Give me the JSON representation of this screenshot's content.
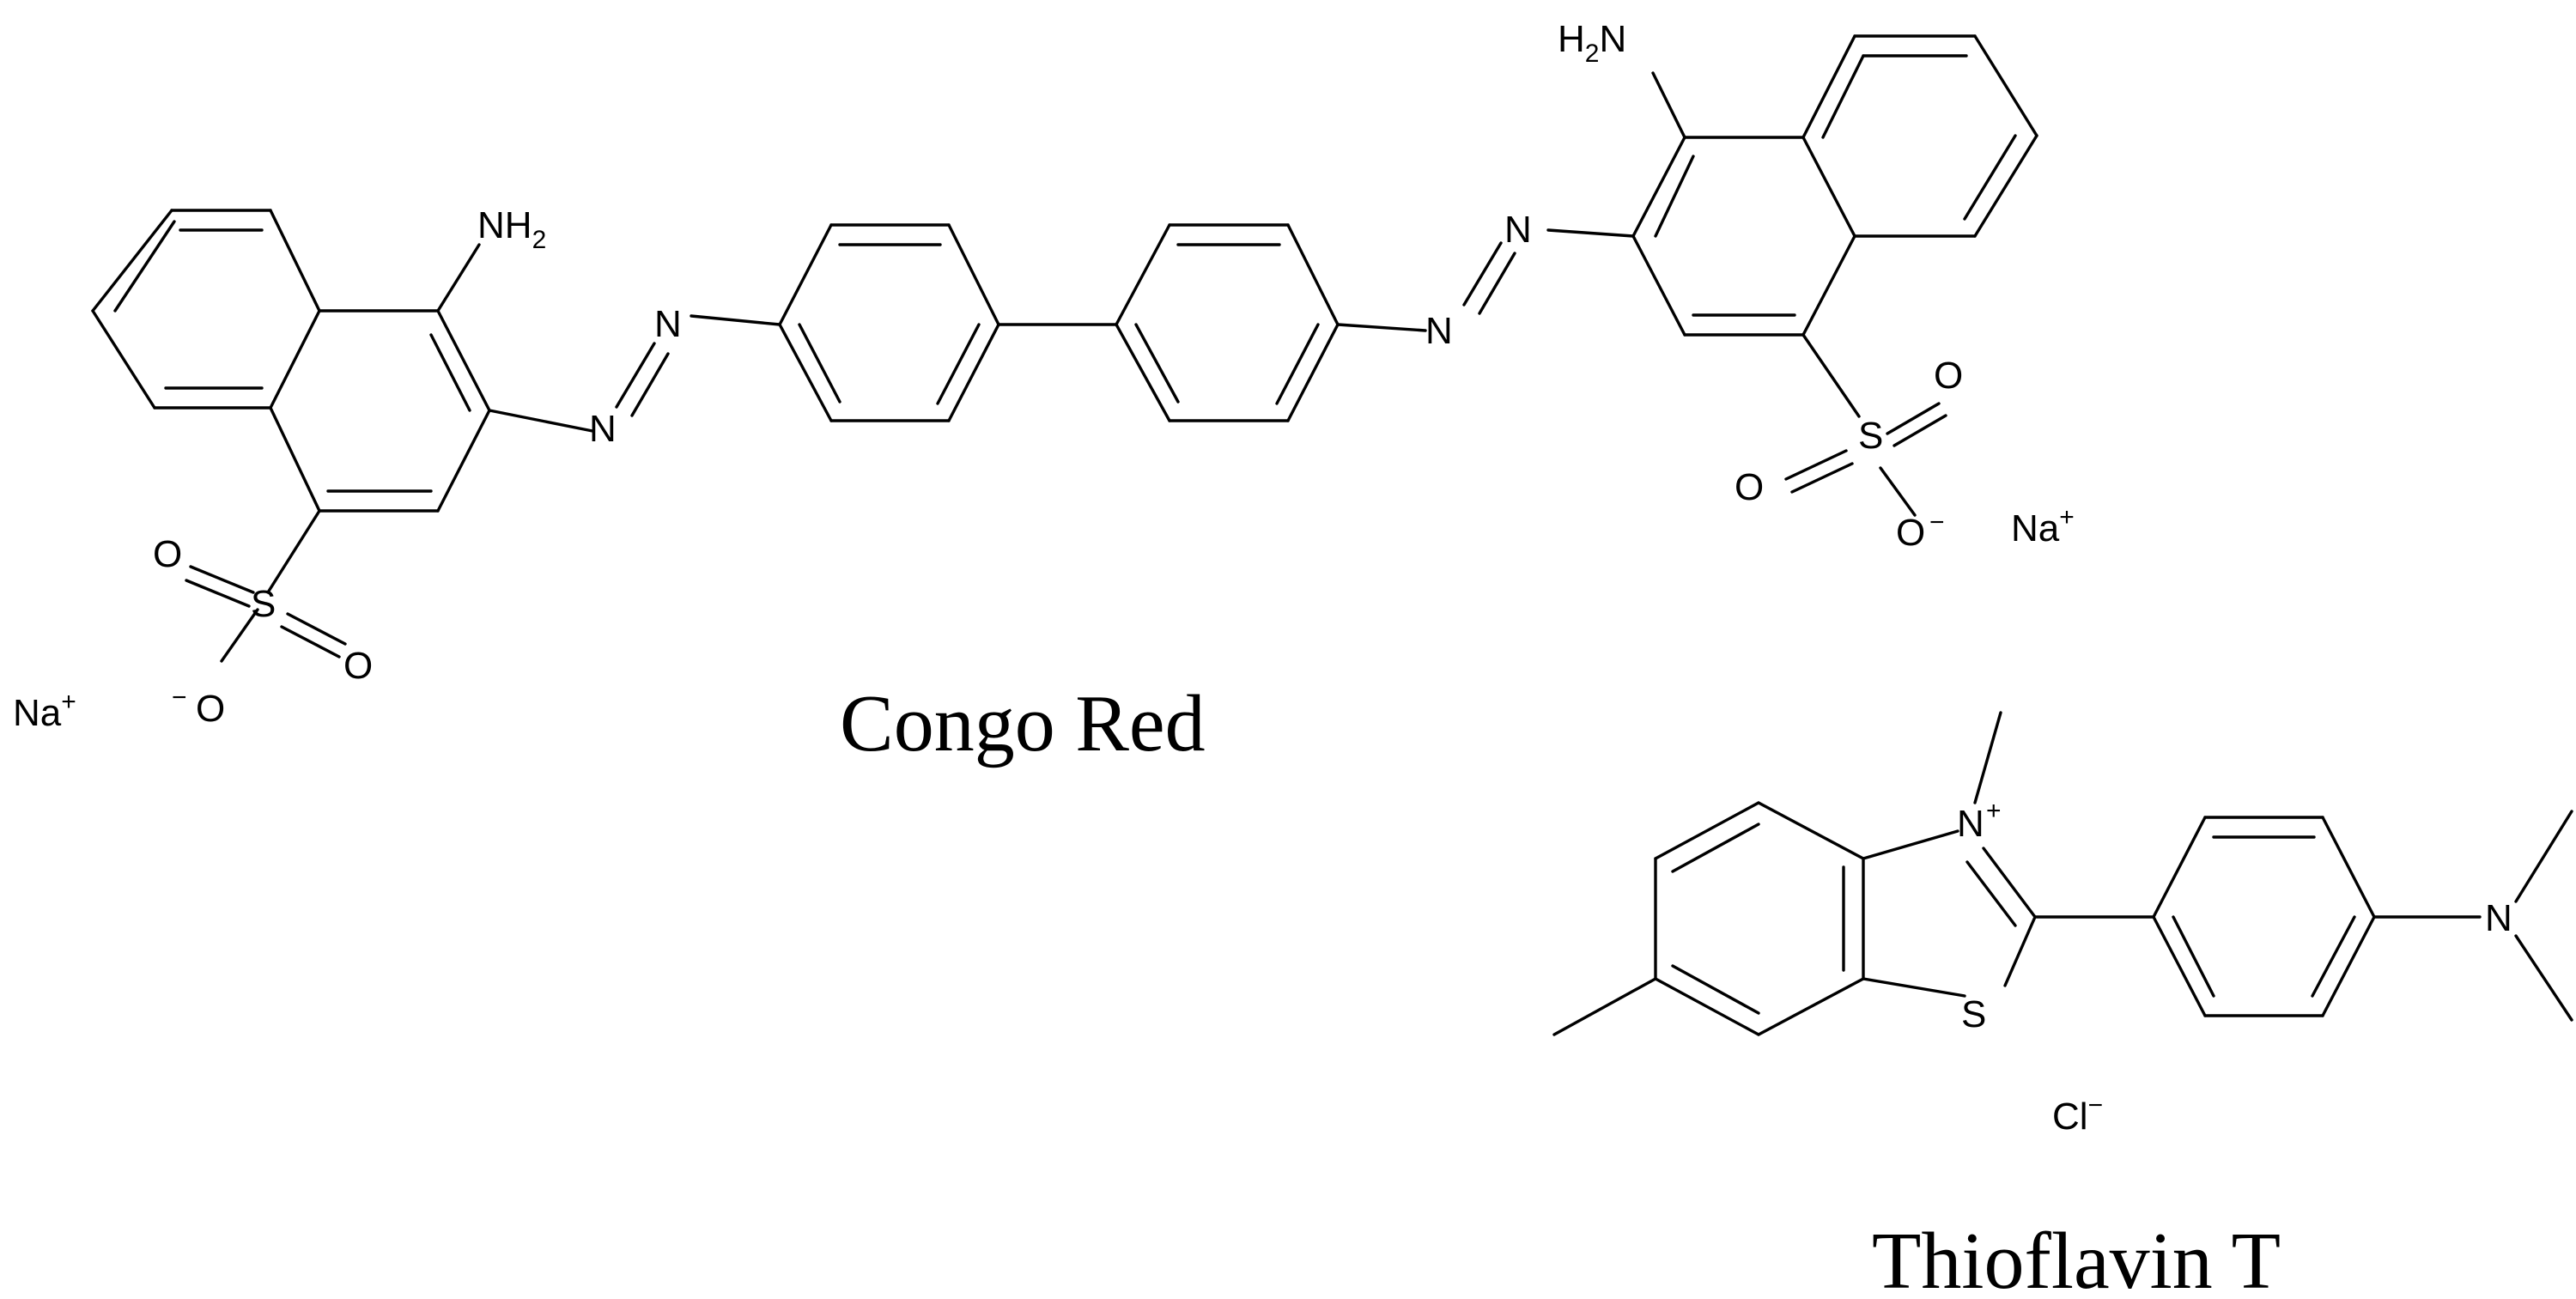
{
  "molecules": {
    "congo_red": {
      "name": "Congo Red",
      "labels": {
        "amine_left_n": "NH",
        "amine_left_sub": "2",
        "amine_right_h": "H",
        "amine_right_sub": "2",
        "amine_right_n": "N",
        "azo_n": "N",
        "sulfur": "S",
        "oxygen": "O",
        "minus": "−",
        "counterion": "Na",
        "plus": "+"
      }
    },
    "thioflavin_t": {
      "name": "Thioflavin T",
      "labels": {
        "nitrogen": "N",
        "plus": "+",
        "sulfur": "S",
        "counterion": "Cl",
        "minus": "−"
      }
    }
  }
}
